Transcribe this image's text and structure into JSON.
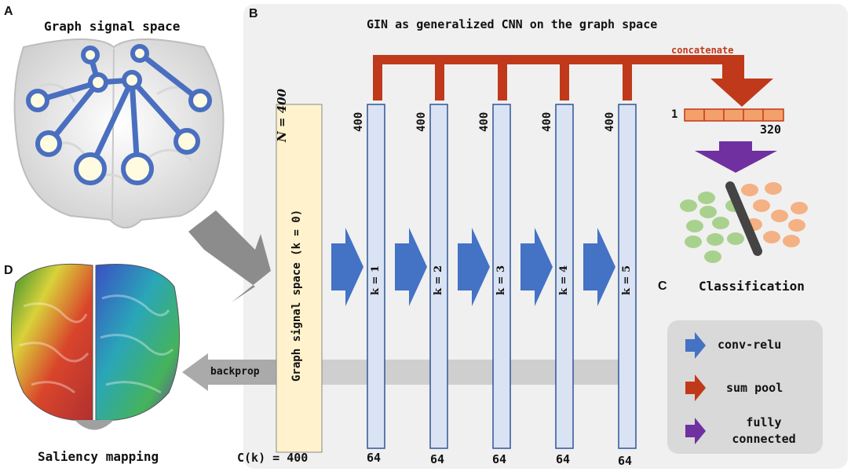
{
  "panels": {
    "a": "A",
    "b": "B",
    "c": "C",
    "d": "D"
  },
  "a_title": "Graph signal space",
  "b_title": "GIN as generalized CNN on the graph space",
  "concatenate": "concatenate",
  "input_layer": {
    "rows_label": "N = 400",
    "text": "Graph signal space (k = 0)",
    "channels_label": "C(k) = 400"
  },
  "layers": [
    {
      "k_label": "k = 1",
      "top": "400",
      "bottom": "64"
    },
    {
      "k_label": "k = 2",
      "top": "400",
      "bottom": "64"
    },
    {
      "k_label": "k = 3",
      "top": "400",
      "bottom": "64"
    },
    {
      "k_label": "k = 4",
      "top": "400",
      "bottom": "64"
    },
    {
      "k_label": "k = 5",
      "top": "400",
      "bottom": "64"
    }
  ],
  "pooled_vector": {
    "left": "1",
    "right": "320"
  },
  "classification": "Classification",
  "backprop": "backprop",
  "d_title": "Saliency mapping",
  "legend": [
    {
      "label": "conv-relu",
      "color": "#4472c4"
    },
    {
      "label": "sum pool",
      "color": "#c0392b"
    },
    {
      "label": "fully\nconnected",
      "color": "#7030a0"
    }
  ],
  "colors": {
    "panel_bg": "#f0f0f0",
    "layer_fill": "#dae3f3",
    "layer_stroke": "#2f5597",
    "input_fill": "#fff2cc",
    "conv_arrow": "#4472c4",
    "pool": "#c0391b",
    "fc": "#7030a0",
    "grey_arrow": "#8c8c8c",
    "class_green": "#a9d18e",
    "class_orange": "#f4b183"
  }
}
